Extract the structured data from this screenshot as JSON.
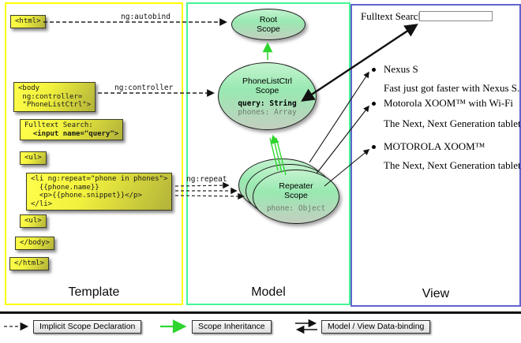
{
  "columns": {
    "template": "Template",
    "model": "Model",
    "view": "View"
  },
  "template": {
    "html_open": "<html>",
    "body_open_lines": [
      "<body",
      " ng:controller=",
      " \"PhoneListCtrl\">"
    ],
    "fulltext_line1": "Fulltext Search:",
    "fulltext_line2": "  <input name=\"query\">",
    "ul_open_1": "<ul>",
    "li_lines": [
      "<li ng:repeat=\"phone in phones\">",
      "  {{phone.name}}",
      "  <p>{{phone.snippet}}</p>",
      "</li>"
    ],
    "ul_open_2": "<ul>",
    "body_close": "</body>",
    "html_close": "</html>"
  },
  "arrow_labels": {
    "autobind": "ng:autobind",
    "controller": "ng:controller",
    "repeat": "ng:repeat"
  },
  "model": {
    "root_scope": {
      "line1": "Root",
      "line2": "Scope"
    },
    "phonelist_scope": {
      "line1": "PhoneListCtrl",
      "line2": "Scope",
      "prop1": "query: String",
      "prop2": "phones: Array"
    },
    "repeater_scope": {
      "line1": "Repeater",
      "line2": "Scope",
      "prop1": "phone: Object"
    }
  },
  "view": {
    "search_label": "Fulltext Search:",
    "search_value": "",
    "items": [
      {
        "title": "Nexus S",
        "desc": "Fast just got faster with Nexus S."
      },
      {
        "title": "Motorola XOOM™  with Wi-Fi",
        "desc": "The Next, Next Generation tablet."
      },
      {
        "title": "MOTOROLA XOOM™",
        "desc": "The Next, Next Generation tablet."
      }
    ]
  },
  "legend": {
    "implicit": "Implicit Scope Declaration",
    "inheritance": "Scope Inheritance",
    "databinding": "Model / View Data-binding"
  },
  "colors": {
    "template_border": "#ffff00",
    "model_border": "#44f695",
    "view_border": "#6363cf",
    "inheritance_green": "#2ed52e",
    "arrow_black": "#111111"
  }
}
